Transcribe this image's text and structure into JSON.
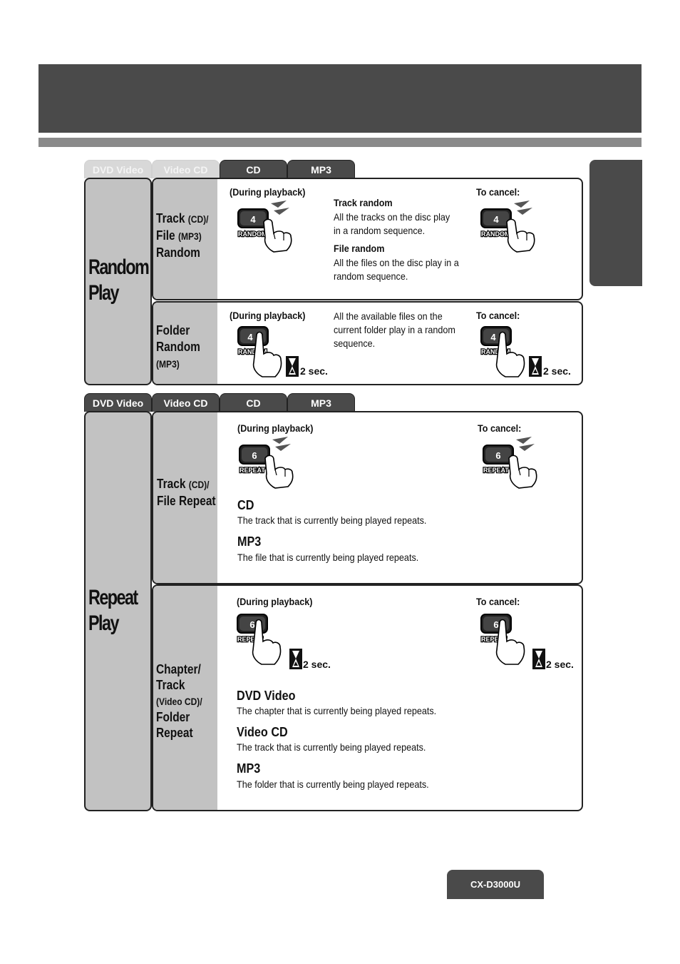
{
  "tabs": {
    "dvd_video": "DVD Video",
    "video_cd": "Video CD",
    "cd": "CD",
    "mp3": "MP3"
  },
  "random": {
    "title_line1": "Random",
    "title_line2": "Play",
    "track_file": {
      "label_track": "Track",
      "label_track_note": "(CD)/",
      "label_file": "File",
      "label_file_note": "(MP3)",
      "label_random": "Random",
      "during": "(During playback)",
      "button_number": "4",
      "button_text": "RANDOM",
      "track_random_heading": "Track random",
      "track_random_text": "All the tracks on the disc play in a random sequence.",
      "file_random_heading": "File random",
      "file_random_text": "All the files on the disc play in a random sequence.",
      "cancel": "To cancel:"
    },
    "folder": {
      "label_line1": "Folder",
      "label_line2": "Random",
      "label_note": "(MP3)",
      "during": "(During playback)",
      "button_number": "4",
      "button_text": "RANDOM",
      "description": "All the available files on the current folder play in a random sequence.",
      "cancel": "To cancel:",
      "hold": "2 sec."
    }
  },
  "repeat": {
    "title_line1": "Repeat",
    "title_line2": "Play",
    "track_file": {
      "label_track": "Track",
      "label_track_note": "(CD)/",
      "label_file_repeat": "File Repeat",
      "during": "(During playback)",
      "button_number": "6",
      "button_text": "REPEAT",
      "cancel": "To cancel:",
      "cd_heading": "CD",
      "cd_text": "The track that is currently being played repeats.",
      "mp3_heading": "MP3",
      "mp3_text": "The file that is currently being played repeats."
    },
    "chapter": {
      "label_line1": "Chapter/",
      "label_line2": "Track",
      "label_note": "(Video CD)/",
      "label_line3": "Folder",
      "label_line4": "Repeat",
      "during": "(During playback)",
      "button_number": "6",
      "button_text": "REPEAT",
      "cancel": "To cancel:",
      "hold": "2 sec.",
      "dvd_heading": "DVD Video",
      "dvd_text": "The chapter that is currently being played repeats.",
      "vcd_heading": "Video CD",
      "vcd_text": "The track that is currently being played repeats.",
      "mp3_heading": "MP3",
      "mp3_text": "The folder that is currently being played repeats."
    }
  },
  "footer": {
    "model": "CX-D3000U"
  },
  "colors": {
    "dark": "#4a4a4a",
    "grey": "#c2c2c2",
    "stripe": "#8a8a8a"
  }
}
